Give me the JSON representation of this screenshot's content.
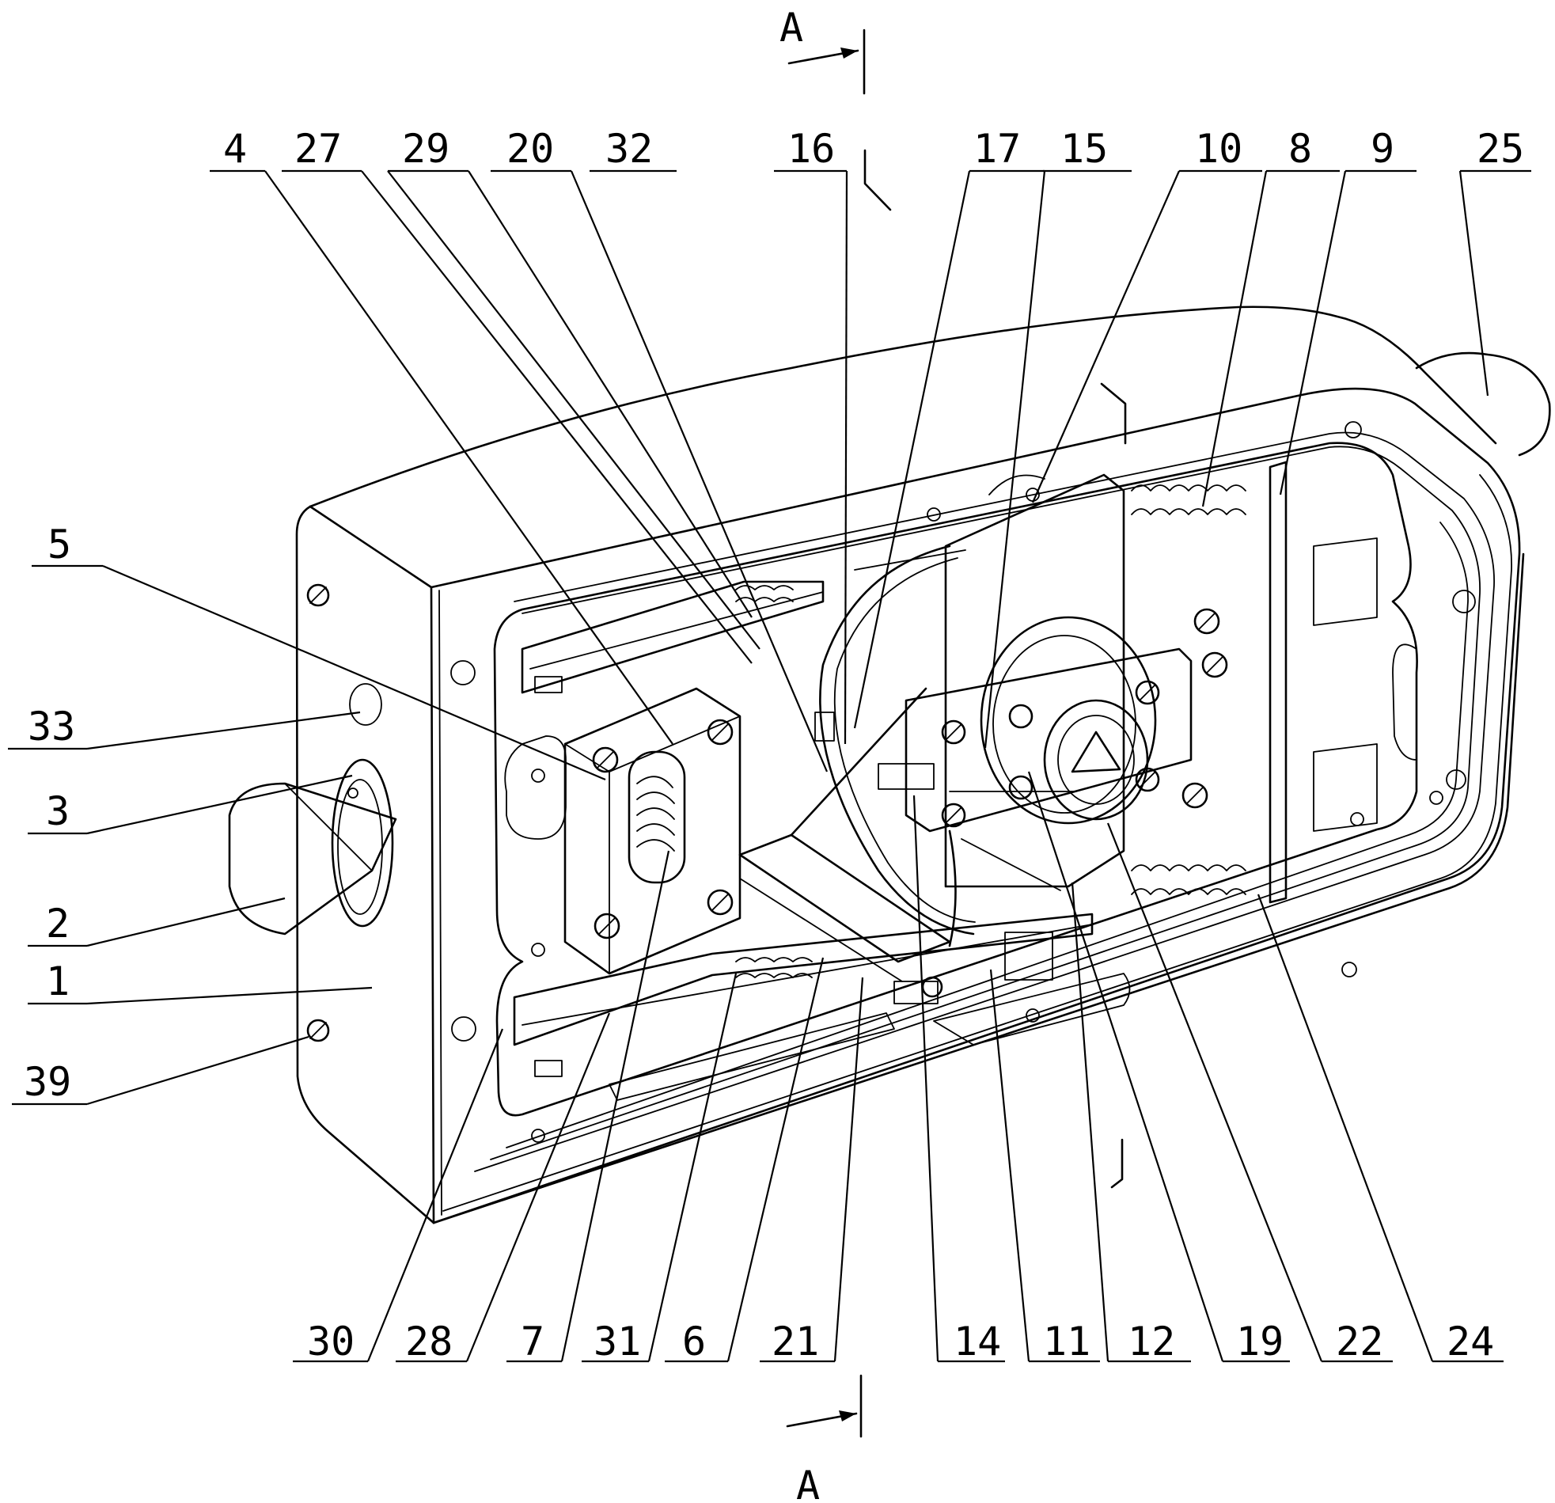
{
  "section_marks": {
    "top": "A",
    "bottom": "A"
  },
  "callouts": {
    "p4": "4",
    "p27": "27",
    "p29": "29",
    "p20": "20",
    "p32": "32",
    "p16": "16",
    "p17": "17",
    "p15": "15",
    "p10": "10",
    "p8": "8",
    "p9": "9",
    "p25": "25",
    "p5": "5",
    "p33": "33",
    "p3": "3",
    "p2": "2",
    "p1": "1",
    "p39": "39",
    "p30": "30",
    "p28": "28",
    "p7": "7",
    "p31": "31",
    "p6": "6",
    "p21": "21",
    "p14": "14",
    "p11": "11",
    "p12": "12",
    "p19": "19",
    "p22": "22",
    "p24": "24"
  }
}
